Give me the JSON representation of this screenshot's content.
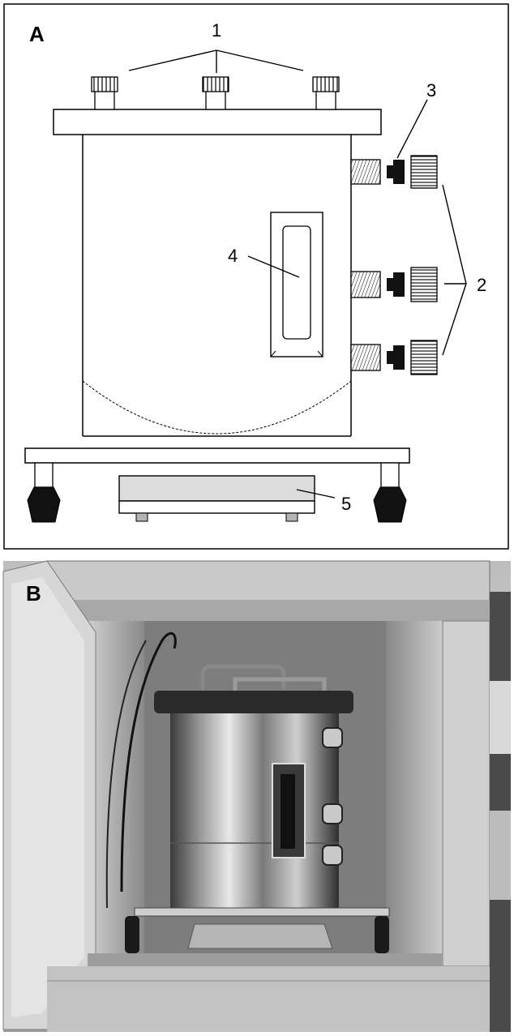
{
  "panels": [
    {
      "id": "A",
      "letter": "A"
    },
    {
      "id": "B",
      "letter": "B"
    }
  ],
  "callouts": {
    "c1": "1",
    "c2": "2",
    "c3": "3",
    "c4": "4",
    "c5": "5"
  },
  "colors": {
    "line": "#000000",
    "vessel_fill": "#ffffff",
    "window_fill": "#eeeeee",
    "plate_fill": "#dddddd",
    "foot_fill": "#111111"
  }
}
